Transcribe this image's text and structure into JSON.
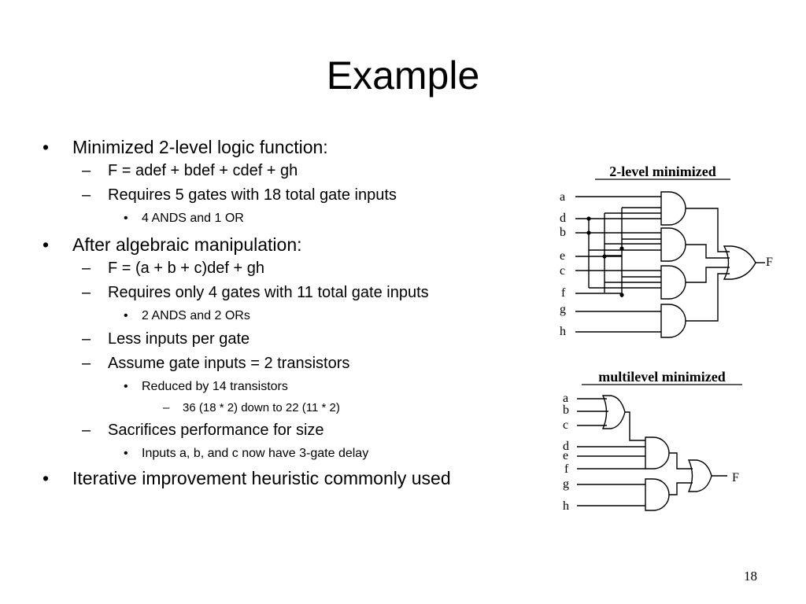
{
  "slide": {
    "title": "Example",
    "page_number": "18",
    "bullets": {
      "b1": "Minimized 2-level logic function:",
      "b1_1": "F = adef + bdef + cdef + gh",
      "b1_2": "Requires 5 gates with 18 total gate inputs",
      "b1_2_1": "4 ANDS and 1 OR",
      "b2": "After algebraic manipulation:",
      "b2_1": "F = (a + b + c)def + gh",
      "b2_2": "Requires only 4 gates with 11 total gate inputs",
      "b2_2_1": "2 ANDS and 2 ORs",
      "b2_3": "Less inputs per gate",
      "b2_4": "Assume gate inputs = 2 transistors",
      "b2_4_1": "Reduced by 14 transistors",
      "b2_4_1_1": "36 (18 * 2) down to 22 (11 * 2)",
      "b2_5": "Sacrifices performance for size",
      "b2_5_1": "Inputs a, b, and c now have 3-gate delay",
      "b3": "Iterative improvement heuristic commonly used"
    }
  },
  "diagram": {
    "top_title": "2-level minimized",
    "top_inputs": {
      "a": "a",
      "d": "d",
      "b": "b",
      "e": "e",
      "c": "c",
      "f": "f",
      "g": "g",
      "h": "h"
    },
    "top_output": "F",
    "bottom_title": "multilevel minimized",
    "bottom_inputs": {
      "a": "a",
      "b": "b",
      "c": "c",
      "d": "d",
      "e": "e",
      "f": "f",
      "g": "g",
      "h": "h"
    },
    "bottom_output": "F"
  }
}
